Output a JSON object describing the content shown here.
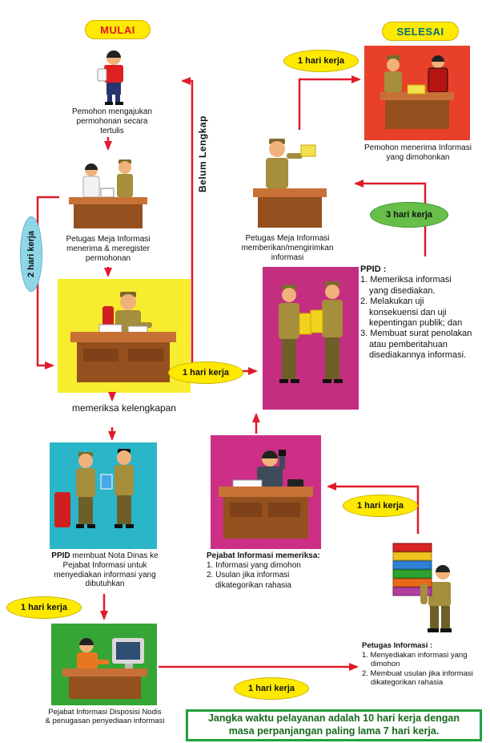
{
  "badges": {
    "mulai": "MULAI",
    "selesai": "SELESAI"
  },
  "durations": {
    "give_to_receive": "1 hari kerja",
    "register": "2 hari kerja",
    "review_to_give": "3 hari kerja",
    "check_to_review": "1 hari kerja",
    "petugas_to_pejabat": "1 hari kerja",
    "nota_to_disposisi": "1 hari kerja",
    "disposisi_to_petugas": "1 hari kerja"
  },
  "labels": {
    "belum_lengkap": "Belum Lengkap"
  },
  "steps": {
    "applicant_submit": "Pemohon mengajukan permohonan secara tertulis",
    "desk_register": "Petugas Meja Informasi menerima & meregister permohonan",
    "check_completeness": "memeriksa kelengkapan",
    "ppid_nota": {
      "lead": "PPID",
      "rest": "membuat Nota Dinas ke Pejabat Informasi untuk menyediakan informasi yang dibutuhkan"
    },
    "disposisi": "Pejabat Informasi Disposisi Nodis & penugasan penyediaan informasi",
    "pejabat_periksa": {
      "title": "Pejabat Informasi memeriksa:",
      "items": [
        "1. Informasi yang dimohon",
        "2. Usulan jika informasi dikategorikan rahasia"
      ]
    },
    "petugas_informasi": {
      "title": "Petugas Informasi :",
      "items": [
        "1. Menyediakan informasi yang dimohon",
        "2. Membuat usulan jika informasi dikategorikan rahasia"
      ]
    },
    "ppid_review": {
      "title": "PPID :",
      "items": [
        "1. Memeriksa informasi yang disediakan.",
        "2. Melakukan uji konsekuensi dan uji kepentingan publik; dan",
        "3. Membuat surat penolakan atau pemberitahuan disediakannya informasi."
      ]
    },
    "desk_give": "Petugas Meja Informasi memberikan/mengirimkan informasi",
    "applicant_receive": "Pemohon menerima Informasi yang dimohonkan"
  },
  "footer": {
    "note": "Jangka waktu pelayanan adalah 10 hari kerja dengan masa perpanjangan paling lama 7 hari kerja."
  },
  "colors": {
    "arrow_red": "#e01b2c",
    "badge_yellow": "#ffe900",
    "mulai_text": "#e01b2c",
    "selesai_text": "#00707a",
    "duration_blue": "#8fd6e6",
    "duration_green": "#67bf4a",
    "footer_green": "#22a03c",
    "bg_yellow": "#f7ec2e",
    "bg_cyan": "#2bb5c8",
    "bg_green": "#35a535",
    "bg_magenta_desk": "#cc2f85",
    "bg_magenta_review": "#c42e80",
    "bg_red": "#e8402a"
  }
}
